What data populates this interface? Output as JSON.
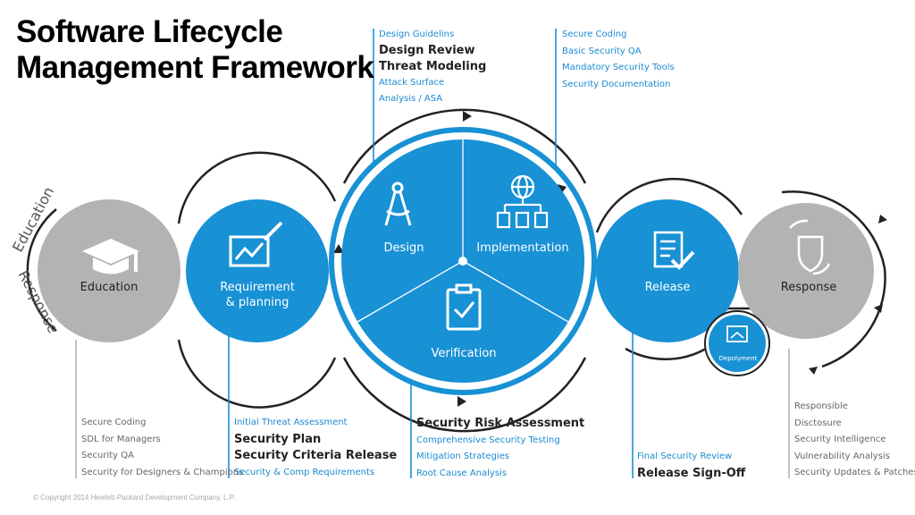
{
  "title": [
    "Software Lifecycle",
    "Management Framework"
  ],
  "side_labels": {
    "education": "Education",
    "response": "Response"
  },
  "nodes": {
    "education": "Education",
    "requirement": [
      "Requirement",
      "& planning"
    ],
    "design": "Design",
    "implementation": "Implementation",
    "verification": "Verification",
    "release": "Release",
    "deployment": "Depolyment",
    "response": "Response"
  },
  "lists": {
    "design": {
      "top": "Design Guidelins",
      "review": "Design Review",
      "threat": "Threat Modeling",
      "attack": "Attack Surface",
      "analysis": "Analysis / ASA"
    },
    "implementation": {
      "items": [
        "Secure Coding",
        "Basic Security QA",
        "Mandatory Security Tools",
        "Security Documentation"
      ]
    },
    "education": {
      "items": [
        "Secure Coding",
        "SDL for Managers",
        "Security QA",
        "Security for Designers & Champions"
      ]
    },
    "requirement": {
      "initial": "Initial Threat Assessment",
      "plan": "Security Plan",
      "criteria": "Security Criteria Release",
      "comp": "Security & Comp Requirements"
    },
    "verification": {
      "heading": "Security Risk Assessment",
      "items": [
        "Comprehensive Security Testing",
        "Mitigation Strategies",
        "Root Cause Analysis"
      ]
    },
    "release": {
      "final": "Final Security Review",
      "signoff": "Release Sign-Off"
    },
    "response": {
      "items": [
        "Responsible",
        "Disctosure",
        "Security Intelligence",
        "Vulnerability Analysis",
        "Security Updates & Patches"
      ]
    }
  },
  "colors": {
    "blue": "#1891d5",
    "gray": "#b3b3b3",
    "dark": "#222222"
  },
  "icons": [
    "graduation-cap-icon",
    "chart-pencil-icon",
    "compass-icon",
    "network-globe-icon",
    "clipboard-check-icon",
    "checklist-icon",
    "shield-refresh-icon",
    "deployment-icon"
  ],
  "copyright": "© Copyright 2014 Hewlett-Packard Development Company, L.P."
}
